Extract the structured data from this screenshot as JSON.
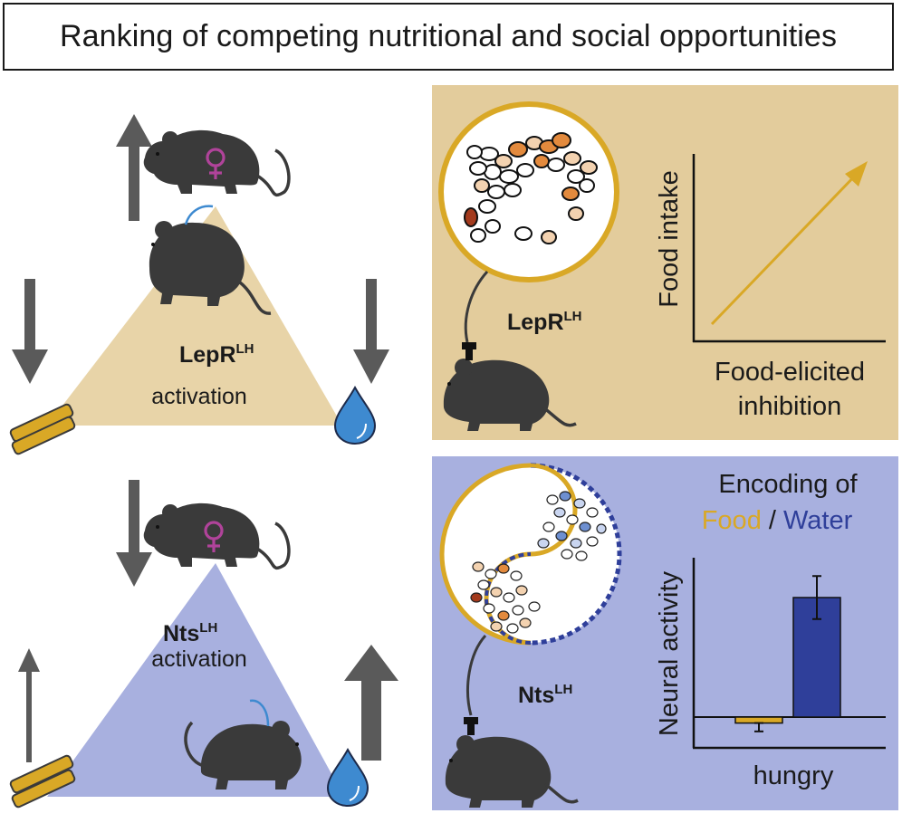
{
  "title": "Ranking of competing nutritional and social opportunities",
  "colors": {
    "tan": "#e8d4a8",
    "tan_panel": "#e3cc9c",
    "lavender": "#a8b0df",
    "lavender_panel": "#a8b0df",
    "gold": "#d9a826",
    "navy": "#2f3f9a",
    "arrow_gray": "#5a5a5a",
    "mouse": "#3a3a3a",
    "female_symbol": "#b0439a",
    "water": "#3e8ad0",
    "neuron_orange": "#e38a3d",
    "neuron_blue": "#6d8fd0"
  },
  "lepr_triangle": {
    "name": "LepR",
    "superscript": "LH",
    "subtitle": "activation"
  },
  "nts_triangle": {
    "name": "Nts",
    "superscript": "LH",
    "subtitle": "activation"
  },
  "lepr_panel": {
    "mouse_label": "LepR",
    "mouse_label_sup": "LH",
    "ylabel": "Food intake",
    "xlabel_line1": "Food-elicited",
    "xlabel_line2": "inhibition"
  },
  "nts_panel": {
    "mouse_label": "Nts",
    "mouse_label_sup": "LH",
    "heading_line1": "Encoding of",
    "food_word": "Food",
    "slash": " / ",
    "water_word": "Water",
    "ylabel": "Neural activity",
    "xlabel": "hungry",
    "bars": [
      {
        "name": "Food",
        "value": -0.05,
        "error": 0.07
      },
      {
        "name": "Water",
        "value": 1.0,
        "error": 0.18
      }
    ]
  },
  "icons": [
    "female-mouse-icon",
    "mouse-icon",
    "food-pellet-icon",
    "water-drop-icon",
    "up-arrow-icon",
    "down-arrow-icon",
    "fiber-optic-icon"
  ]
}
